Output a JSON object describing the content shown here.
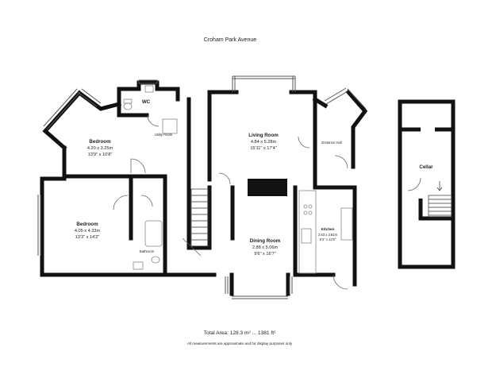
{
  "plan": {
    "street_name": "Croham Park Avenue",
    "total_area": "Total Area: 128.3 m² ... 1381 ft²",
    "disclaimer": "All measurements are approximate and for display purposes only"
  },
  "rooms": {
    "wc": {
      "name": "WC"
    },
    "utility": {
      "name": "Utility Room"
    },
    "bedroom1": {
      "name": "Bedroom",
      "metric": "4.20 x 3.25m",
      "imperial": "13'9\" x 10'8\""
    },
    "bedroom2": {
      "name": "Bedroom",
      "metric": "4.05 x 4.33m",
      "imperial": "13'3\" x 14'2\""
    },
    "bathroom": {
      "name": "Bathroom"
    },
    "living": {
      "name": "Living Room",
      "metric": "4.84 x 5.28m",
      "imperial": "15'11\" x 17'4\""
    },
    "entrance": {
      "name": "Entrance Hall"
    },
    "dining": {
      "name": "Dining Room",
      "metric": "2.88 x 5.06m",
      "imperial": "9'6\" x 16'7\""
    },
    "kitchen": {
      "name": "Kitchen",
      "metric": "2.53 x 3.81m",
      "imperial": "8'4\" x 12'6\""
    },
    "cellar": {
      "name": "Cellar"
    }
  },
  "colors": {
    "wall": "#111111",
    "window": "#555555",
    "fixture": "#888888"
  }
}
